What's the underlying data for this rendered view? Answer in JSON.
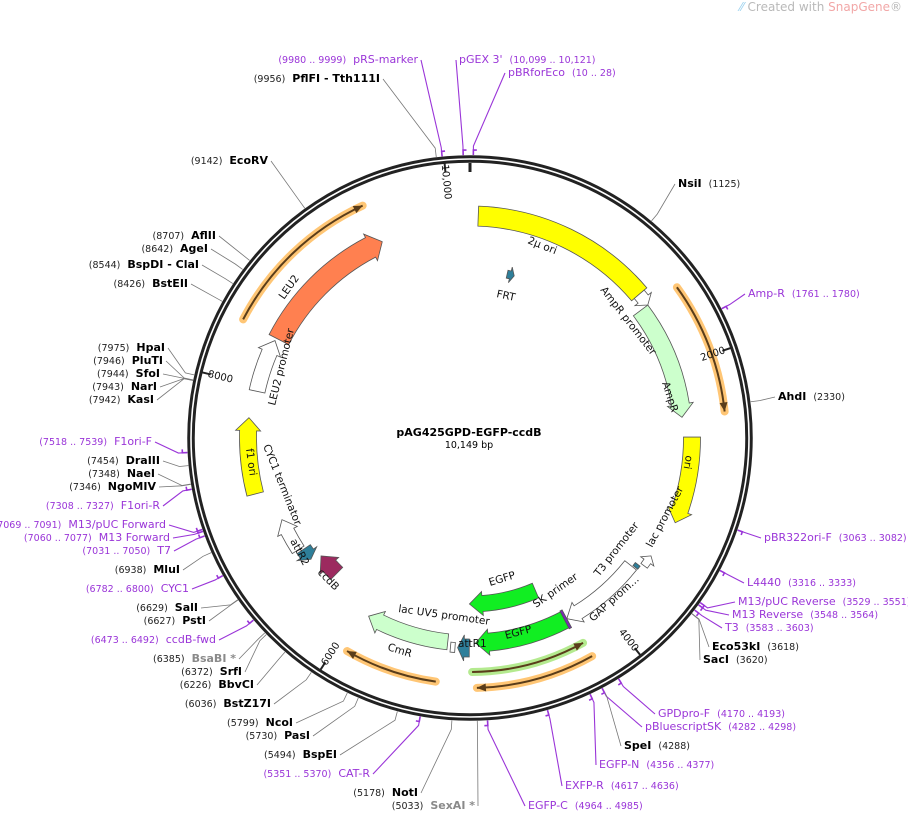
{
  "brand": {
    "prefix": "Created with ",
    "name": "SnapGene",
    "mark": "®"
  },
  "plasmid": {
    "name": "pAG425GPD-EGFP-ccdB",
    "length_label": "10,149 bp",
    "length": 10149
  },
  "ticks": [
    {
      "pos": 2000,
      "label": "2000"
    },
    {
      "pos": 4000,
      "label": "4000"
    },
    {
      "pos": 6000,
      "label": "6000"
    },
    {
      "pos": 8000,
      "label": "8000"
    },
    {
      "pos": 10000,
      "label": "10,000"
    }
  ],
  "features": [
    {
      "name": "2µ ori",
      "start": 60,
      "end": 1400,
      "dir": 0,
      "color": "#ffff00"
    },
    {
      "name": "AmpR promoter",
      "start": 1400,
      "end": 1500,
      "dir": 1,
      "color": "#ffffff"
    },
    {
      "name": "AmpR",
      "start": 1500,
      "end": 2380,
      "dir": 1,
      "color": "#ccffcc"
    },
    {
      "name": "ori",
      "start": 2530,
      "end": 3170,
      "dir": 1,
      "color": "#ffff00"
    },
    {
      "name": "lac promoter",
      "start": 3470,
      "end": 3560,
      "dir": -1,
      "color": "#ffffff"
    },
    {
      "name": "T3 promoter",
      "start": 3580,
      "end": 3610,
      "dir": 0,
      "color": "#2e7f9a"
    },
    {
      "name": "GAP prom…",
      "start": 3620,
      "end": 4280,
      "dir": 1,
      "color": "#ffffff"
    },
    {
      "name": "EGFP",
      "start": 4300,
      "end": 5030,
      "dir": 1,
      "color": "#11ee22"
    },
    {
      "name": "EGFP",
      "start": 4420,
      "end": 5080,
      "dir": 1,
      "color": "#11ee22"
    },
    {
      "name": "attR1",
      "start": 5080,
      "end": 5170,
      "dir": 1,
      "color": "#2e7f9a"
    },
    {
      "name": "lac UV5 promoter",
      "start": 5190,
      "end": 5225,
      "dir": 0,
      "color": "#ffffff"
    },
    {
      "name": "CmR",
      "start": 5250,
      "end": 5910,
      "dir": 1,
      "color": "#ccffcc"
    },
    {
      "name": "ccdB",
      "start": 6330,
      "end": 6530,
      "dir": 1,
      "color": "#9c2a5f"
    },
    {
      "name": "attR2",
      "start": 6560,
      "end": 6660,
      "dir": -1,
      "color": "#2e7f9a"
    },
    {
      "name": "CYC1 terminator",
      "start": 6680,
      "end": 6950,
      "dir": 1,
      "color": "#ffffff"
    },
    {
      "name": "f1 ori",
      "start": 7200,
      "end": 7760,
      "dir": 1,
      "color": "#ffff00"
    },
    {
      "name": "LEU2 promoter",
      "start": 7960,
      "end": 8360,
      "dir": 1,
      "color": "#ffffff"
    },
    {
      "name": "LEU2",
      "start": 8380,
      "end": 9470,
      "dir": 1,
      "color": "#ff8050"
    },
    {
      "name": "FRT",
      "start": 360,
      "end": 430,
      "dir": 1,
      "color": "#2e7f9a"
    },
    {
      "name": "SK primer",
      "start": 4280,
      "end": 4300,
      "dir": 0,
      "color": "#7a2ab8"
    }
  ],
  "orfs": [
    {
      "start": 1520,
      "end": 2370,
      "dir": 1,
      "color": "#ffb347"
    },
    {
      "start": 4250,
      "end": 5030,
      "dir": 1,
      "color": "#ffb347"
    },
    {
      "start": 4260,
      "end": 5060,
      "dir": -1,
      "color": "#9be36a"
    },
    {
      "start": 5300,
      "end": 5920,
      "dir": 1,
      "color": "#ffb347"
    },
    {
      "start": 8390,
      "end": 9450,
      "dir": 1,
      "color": "#ffb347"
    }
  ],
  "labels": [
    {
      "name": "PflFI  - Tth111I",
      "loc": "(9956)",
      "kind": "enz"
    },
    {
      "name": "EcoRV",
      "loc": "(9142)",
      "kind": "enz"
    },
    {
      "name": "AflII",
      "loc": "(8707)",
      "kind": "enz"
    },
    {
      "name": "AgeI",
      "loc": "(8642)",
      "kind": "enz"
    },
    {
      "name": "BspDI  - ClaI",
      "loc": "(8544)",
      "kind": "enz"
    },
    {
      "name": "BstEII",
      "loc": "(8426)",
      "kind": "enz"
    },
    {
      "name": "HpaI",
      "loc": "(7975)",
      "kind": "enz"
    },
    {
      "name": "PluTI",
      "loc": "(7946)",
      "kind": "enz"
    },
    {
      "name": "SfoI",
      "loc": "(7944)",
      "kind": "enz"
    },
    {
      "name": "NarI",
      "loc": "(7943)",
      "kind": "enz"
    },
    {
      "name": "KasI",
      "loc": "(7942)",
      "kind": "enz"
    },
    {
      "name": "F1ori-F",
      "loc": "(7518 .. 7539)",
      "kind": "primer"
    },
    {
      "name": "DraIII",
      "loc": "(7454)",
      "kind": "enz"
    },
    {
      "name": "NaeI",
      "loc": "(7348)",
      "kind": "enz"
    },
    {
      "name": "NgoMIV",
      "loc": "(7346)",
      "kind": "enz"
    },
    {
      "name": "F1ori-R",
      "loc": "(7308 .. 7327)",
      "kind": "primer"
    },
    {
      "name": "M13/pUC Forward",
      "loc": "(7069 .. 7091)",
      "kind": "primer"
    },
    {
      "name": "M13 Forward",
      "loc": "(7060 .. 7077)",
      "kind": "primer"
    },
    {
      "name": "T7",
      "loc": "(7031 .. 7050)",
      "kind": "primer"
    },
    {
      "name": "MluI",
      "loc": "(6938)",
      "kind": "enz"
    },
    {
      "name": "CYC1",
      "loc": "(6782 .. 6800)",
      "kind": "primer"
    },
    {
      "name": "SalI",
      "loc": "(6629)",
      "kind": "enz"
    },
    {
      "name": "PstI",
      "loc": "(6627)",
      "kind": "enz"
    },
    {
      "name": "ccdB-fwd",
      "loc": "(6473 .. 6492)",
      "kind": "primer"
    },
    {
      "name": "BsaBI *",
      "loc": "(6385)",
      "kind": "gray"
    },
    {
      "name": "SrfI",
      "loc": "(6372)",
      "kind": "enz"
    },
    {
      "name": "BbvCI",
      "loc": "(6226)",
      "kind": "enz"
    },
    {
      "name": "BstZ17I",
      "loc": "(6036)",
      "kind": "enz"
    },
    {
      "name": "NcoI",
      "loc": "(5799)",
      "kind": "enz"
    },
    {
      "name": "PasI",
      "loc": "(5730)",
      "kind": "enz"
    },
    {
      "name": "BspEI",
      "loc": "(5494)",
      "kind": "enz"
    },
    {
      "name": "CAT-R",
      "loc": "(5351 .. 5370)",
      "kind": "primer"
    },
    {
      "name": "NotI",
      "loc": "(5178)",
      "kind": "enz"
    },
    {
      "name": "SexAI *",
      "loc": "(5033)",
      "kind": "gray"
    },
    {
      "name": "pRS-marker",
      "loc": "(9980 .. 9999)",
      "kind": "primer"
    },
    {
      "name": "pGEX 3'",
      "loc": "(10,099 .. 10,121)",
      "kind": "primer"
    },
    {
      "name": "pBRforEco",
      "loc": "(10 .. 28)",
      "kind": "primer"
    },
    {
      "name": "NsiI",
      "loc": "(1125)",
      "kind": "enz"
    },
    {
      "name": "Amp-R",
      "loc": "(1761 .. 1780)",
      "kind": "primer"
    },
    {
      "name": "AhdI",
      "loc": "(2330)",
      "kind": "enz"
    },
    {
      "name": "pBR322ori-F",
      "loc": "(3063 .. 3082)",
      "kind": "primer"
    },
    {
      "name": "L4440",
      "loc": "(3316 .. 3333)",
      "kind": "primer"
    },
    {
      "name": "M13/pUC Reverse",
      "loc": "(3529 .. 3551)",
      "kind": "primer"
    },
    {
      "name": "M13 Reverse",
      "loc": "(3548 .. 3564)",
      "kind": "primer"
    },
    {
      "name": "T3",
      "loc": "(3583 .. 3603)",
      "kind": "primer"
    },
    {
      "name": "Eco53kI",
      "loc": "(3618)",
      "kind": "enz"
    },
    {
      "name": "SacI",
      "loc": "(3620)",
      "kind": "enz"
    },
    {
      "name": "GPDpro-F",
      "loc": "(4170 .. 4193)",
      "kind": "primer"
    },
    {
      "name": "pBluescriptSK",
      "loc": "(4282 .. 4298)",
      "kind": "primer"
    },
    {
      "name": "SpeI",
      "loc": "(4288)",
      "kind": "enz"
    },
    {
      "name": "EGFP-N",
      "loc": "(4356 .. 4377)",
      "kind": "primer"
    },
    {
      "name": "EXFP-R",
      "loc": "(4617 .. 4636)",
      "kind": "primer"
    },
    {
      "name": "EGFP-C",
      "loc": "(4964 .. 4985)",
      "kind": "primer"
    }
  ]
}
